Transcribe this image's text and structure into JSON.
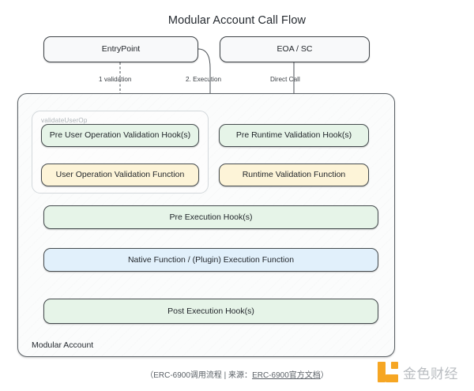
{
  "title": "Modular Account Call Flow",
  "top_nodes": [
    {
      "id": "entrypoint",
      "label": "EntryPoint"
    },
    {
      "id": "eoa-sc",
      "label": "EOA / SC"
    }
  ],
  "edge_labels": {
    "validation": "1 validation",
    "execution": "2. Execution",
    "direct_call": "Direct Call"
  },
  "container": {
    "label": "Modular Account",
    "sub_container_label": "validateUserOp"
  },
  "nodes": {
    "pre_user_operation_validation_hooks": "Pre User Operation Validation Hook(s)",
    "user_operation_validation_function": "User Operation Validation Function",
    "pre_runtime_validation_hooks": "Pre Runtime Validation Hook(s)",
    "runtime_validation_function": "Runtime Validation Function",
    "pre_execution_hooks": "Pre Execution Hook(s)",
    "native_plugin_execution_function": "Native Function  /  (Plugin) Execution Function",
    "post_execution_hooks": "Post Execution Hook(s)"
  },
  "caption": {
    "prefix": "（ERC-6900调用流程 | 来源：",
    "source_link": "ERC-6900官方文档",
    "suffix": "）"
  },
  "watermark": {
    "text": "金色财经"
  },
  "colors": {
    "hook_green": "#e6f4e8",
    "validation_cream": "#fdf4d8",
    "execution_blue": "#e1f0fb",
    "node_plain": "#f8f9fa",
    "node_border": "#3f4448",
    "container_bg": "#fbfcfc",
    "accent_orange": "#f6a623"
  }
}
